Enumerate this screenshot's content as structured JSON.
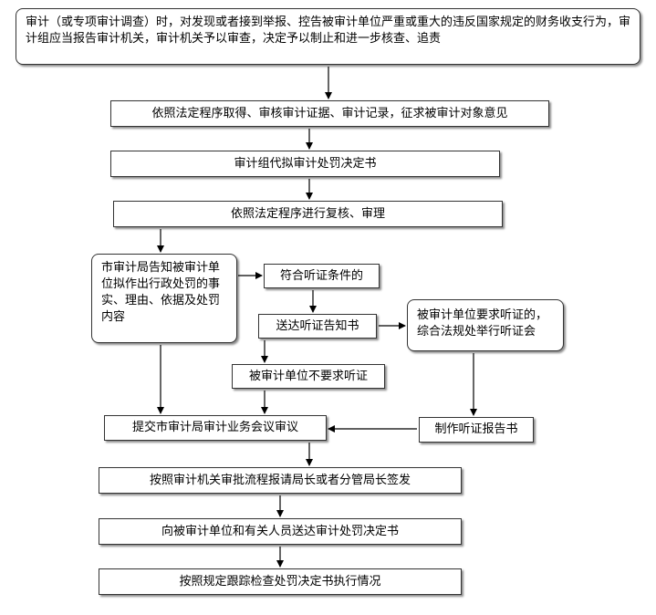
{
  "nodes": {
    "start": "审计（或专项审计调查）时，对发现或者接到举报、控告被审计单位严重或重大的违反国家规定的财务收支行为，审计组应当报告审计机关，审计机关予以审查，决定予以制止和进一步核查、追责",
    "obtain_evidence": "依照法定程序取得、审核审计证据、审计记录，征求被审计对象意见",
    "draft_decision": "审计组代拟审计处罚决定书",
    "review": "依照法定程序进行复核、审理",
    "notify": "市审计局告知被审计单位拟作出行政处罚的事实、理由、依据及处罚内容",
    "meets_hearing": "符合听证条件的",
    "send_hearing_notice": "送达听证告知书",
    "request_hearing": "被审计单位要求听证的，综合法规处举行听证会",
    "no_hearing": "被审计单位不要求听证",
    "submit_meeting": "提交市审计局审计业务会议审议",
    "hearing_report": "制作听证报告书",
    "approval": "按照审计机关审批流程报请局长或者分管局长签发",
    "deliver": "向被审计单位和有关人员送达审计处罚决定书",
    "follow_up": "按照规定跟踪检查处罚决定书执行情况"
  }
}
